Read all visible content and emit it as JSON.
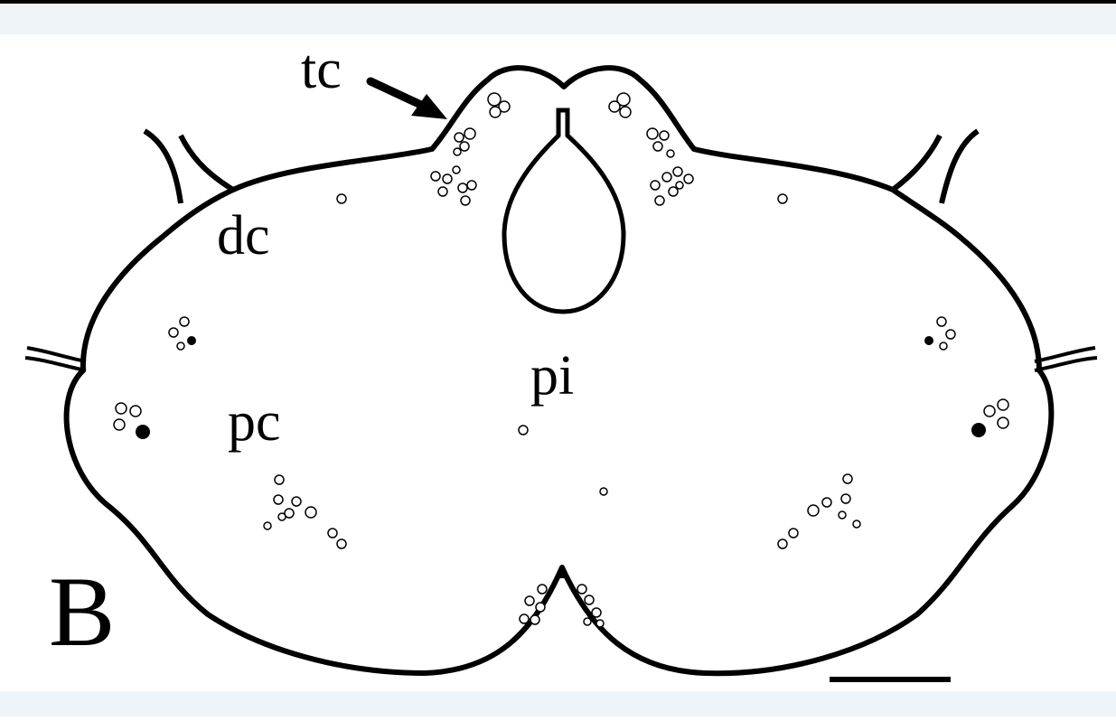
{
  "figure": {
    "panel_letter": "B",
    "labels": {
      "tc": "tc",
      "dc": "dc",
      "pi": "pi",
      "pc": "pc"
    },
    "colors": {
      "background": "#ffffff",
      "outline": "#000000",
      "band": "#eef4f8"
    }
  }
}
